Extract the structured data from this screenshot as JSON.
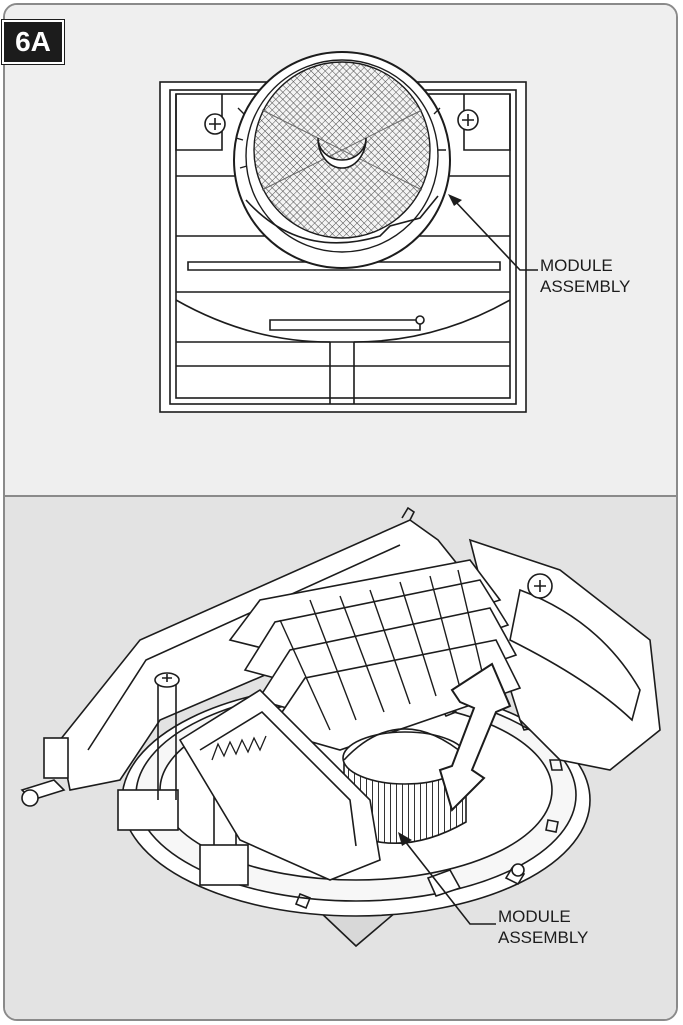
{
  "step_label": "6A",
  "top_view": {
    "callout_line1": "MODULE",
    "callout_line2": "ASSEMBLY"
  },
  "bottom_view": {
    "callout_line1": "MODULE",
    "callout_line2": "ASSEMBLY"
  },
  "colors": {
    "frame": "#8a8a8a",
    "top_panel_bg": "#efefef",
    "bottom_panel_bg": "#e3e3e3",
    "badge": "#1c1c1c",
    "line": "#1c1c1c"
  }
}
